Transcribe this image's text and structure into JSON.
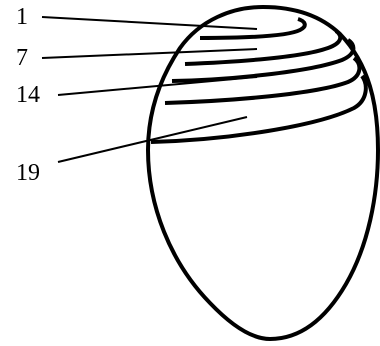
{
  "diagram": {
    "labels": [
      {
        "id": "label-1",
        "text": "1"
      },
      {
        "id": "label-7",
        "text": "7"
      },
      {
        "id": "label-14",
        "text": "14"
      },
      {
        "id": "label-19",
        "text": "19"
      }
    ],
    "colors": {
      "stroke": "#000000",
      "background": "#ffffff"
    }
  }
}
